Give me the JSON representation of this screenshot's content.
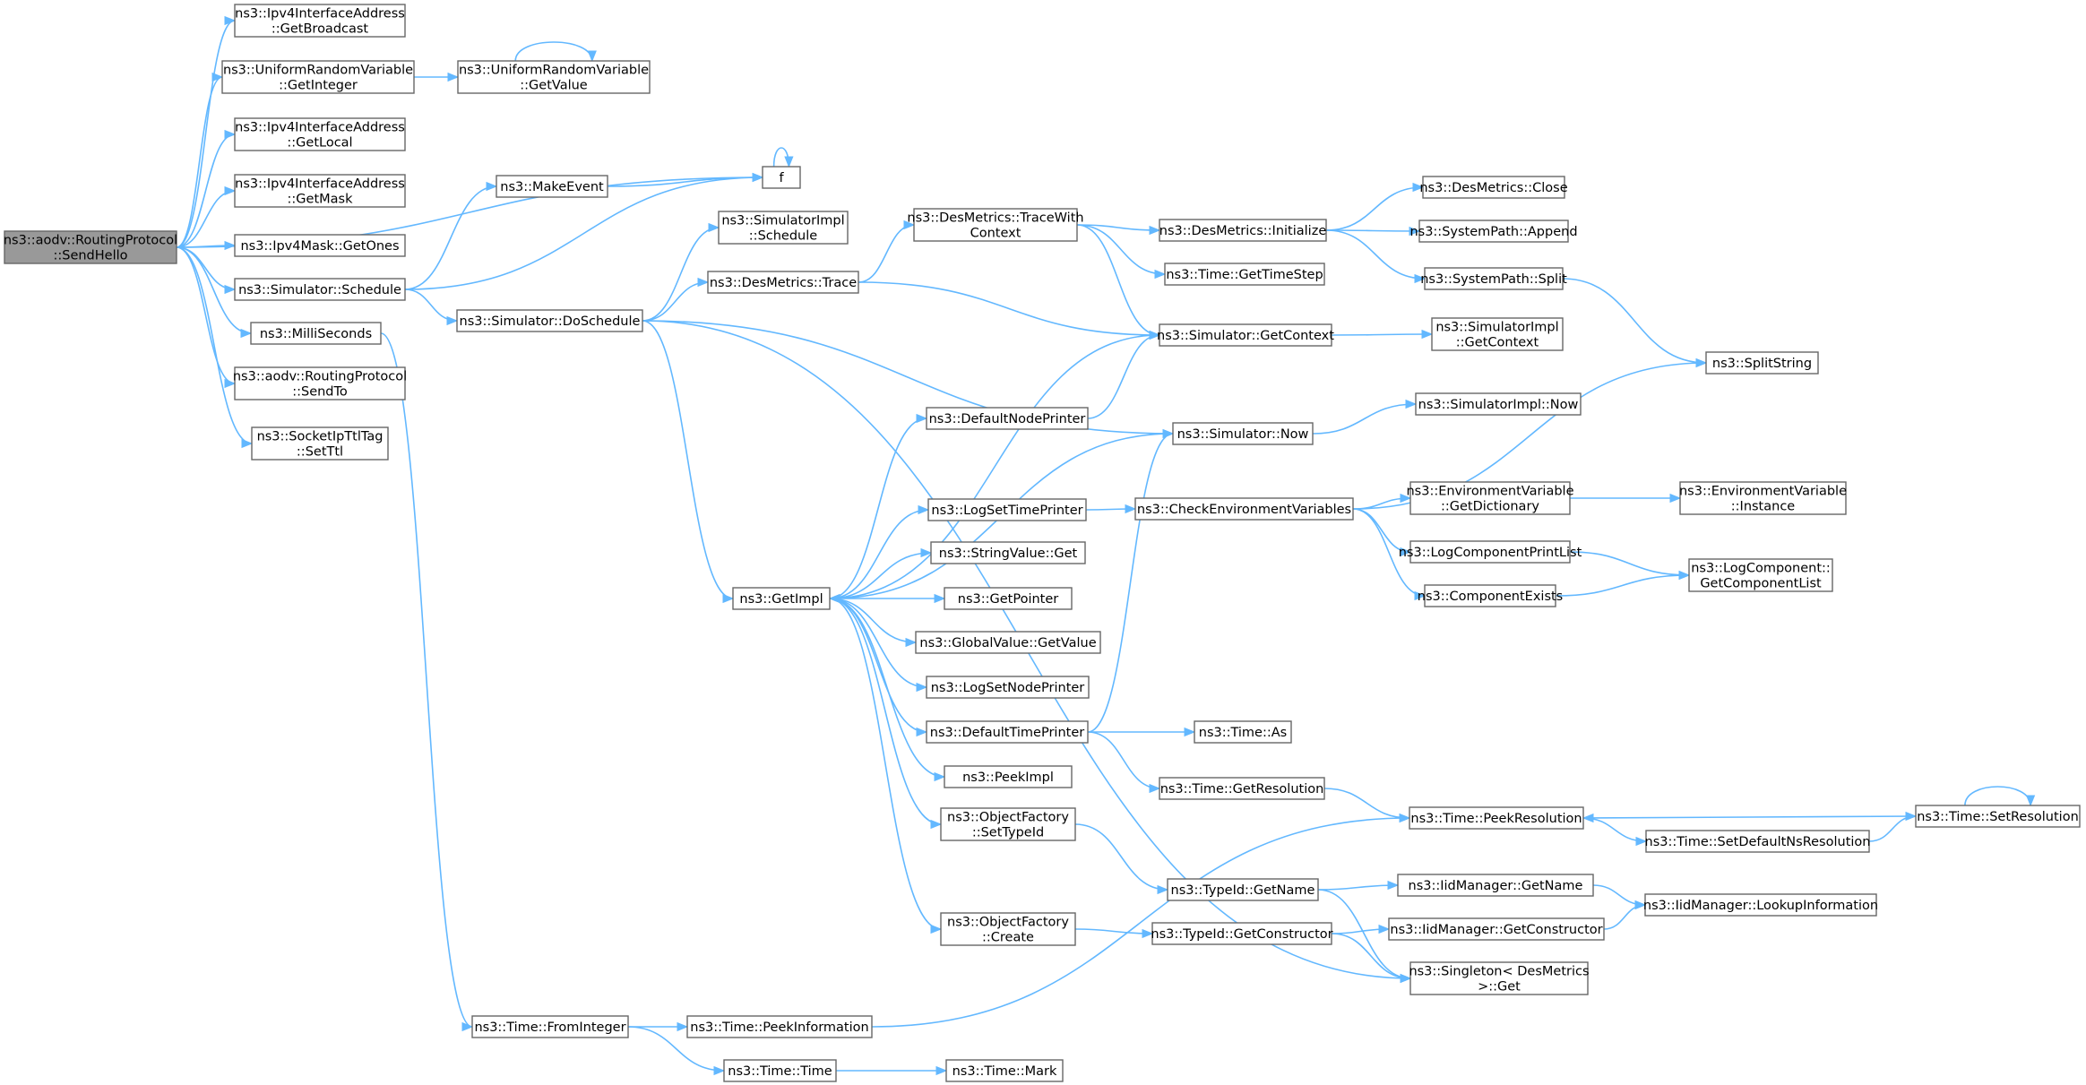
{
  "graph": {
    "nodes": [
      {
        "id": "root",
        "root": true,
        "lines": [
          "ns3::aodv::RoutingProtocol",
          "::SendHello"
        ]
      },
      {
        "id": "bcast",
        "lines": [
          "ns3::Ipv4InterfaceAddress",
          "::GetBroadcast"
        ]
      },
      {
        "id": "urvint",
        "lines": [
          "ns3::UniformRandomVariable",
          "::GetInteger"
        ]
      },
      {
        "id": "urvval",
        "lines": [
          "ns3::UniformRandomVariable",
          "::GetValue"
        ]
      },
      {
        "id": "local",
        "lines": [
          "ns3::Ipv4InterfaceAddress",
          "::GetLocal"
        ]
      },
      {
        "id": "mask",
        "lines": [
          "ns3::Ipv4InterfaceAddress",
          "::GetMask"
        ]
      },
      {
        "id": "ones",
        "lines": [
          "ns3::Ipv4Mask::GetOnes"
        ]
      },
      {
        "id": "schedule",
        "lines": [
          "ns3::Simulator::Schedule"
        ]
      },
      {
        "id": "ms",
        "lines": [
          "ns3::MilliSeconds"
        ]
      },
      {
        "id": "sendto",
        "lines": [
          "ns3::aodv::RoutingProtocol",
          "::SendTo"
        ]
      },
      {
        "id": "setttl",
        "lines": [
          "ns3::SocketIpTtlTag",
          "::SetTtl"
        ]
      },
      {
        "id": "makeevent",
        "lines": [
          "ns3::MakeEvent"
        ]
      },
      {
        "id": "f",
        "lines": [
          "f"
        ]
      },
      {
        "id": "dosched",
        "lines": [
          "ns3::Simulator::DoSchedule"
        ]
      },
      {
        "id": "implsched",
        "lines": [
          "ns3::SimulatorImpl",
          "::Schedule"
        ]
      },
      {
        "id": "dmtrace",
        "lines": [
          "ns3::DesMetrics::Trace"
        ]
      },
      {
        "id": "dmtracectx",
        "lines": [
          "ns3::DesMetrics::TraceWith",
          "Context"
        ]
      },
      {
        "id": "dminit",
        "lines": [
          "ns3::DesMetrics::Initialize"
        ]
      },
      {
        "id": "dmclose",
        "lines": [
          "ns3::DesMetrics::Close"
        ]
      },
      {
        "id": "append",
        "lines": [
          "ns3::SystemPath::Append"
        ]
      },
      {
        "id": "split",
        "lines": [
          "ns3::SystemPath::Split"
        ]
      },
      {
        "id": "splitstring",
        "lines": [
          "ns3::SplitString"
        ]
      },
      {
        "id": "timestep",
        "lines": [
          "ns3::Time::GetTimeStep"
        ]
      },
      {
        "id": "getctx",
        "lines": [
          "ns3::Simulator::GetContext"
        ]
      },
      {
        "id": "implgetctx",
        "lines": [
          "ns3::SimulatorImpl",
          "::GetContext"
        ]
      },
      {
        "id": "defnode",
        "lines": [
          "ns3::DefaultNodePrinter"
        ]
      },
      {
        "id": "simnow",
        "lines": [
          "ns3::Simulator::Now"
        ]
      },
      {
        "id": "implnow",
        "lines": [
          "ns3::SimulatorImpl::Now"
        ]
      },
      {
        "id": "logsettime",
        "lines": [
          "ns3::LogSetTimePrinter"
        ]
      },
      {
        "id": "checkenv",
        "lines": [
          "ns3::CheckEnvironmentVariables"
        ]
      },
      {
        "id": "envdict",
        "lines": [
          "ns3::EnvironmentVariable",
          "::GetDictionary"
        ]
      },
      {
        "id": "envinst",
        "lines": [
          "ns3::EnvironmentVariable",
          "::Instance"
        ]
      },
      {
        "id": "logcompprint",
        "lines": [
          "ns3::LogComponentPrintList"
        ]
      },
      {
        "id": "logcomplist",
        "lines": [
          "ns3::LogComponent::",
          "GetComponentList"
        ]
      },
      {
        "id": "compexists",
        "lines": [
          "ns3::ComponentExists"
        ]
      },
      {
        "id": "getimpl",
        "lines": [
          "ns3::GetImpl"
        ]
      },
      {
        "id": "strget",
        "lines": [
          "ns3::StringValue::Get"
        ]
      },
      {
        "id": "getptr",
        "lines": [
          "ns3::GetPointer"
        ]
      },
      {
        "id": "gvget",
        "lines": [
          "ns3::GlobalValue::GetValue"
        ]
      },
      {
        "id": "logsetnode",
        "lines": [
          "ns3::LogSetNodePrinter"
        ]
      },
      {
        "id": "deftime",
        "lines": [
          "ns3::DefaultTimePrinter"
        ]
      },
      {
        "id": "timeas",
        "lines": [
          "ns3::Time::As"
        ]
      },
      {
        "id": "peekimpl",
        "lines": [
          "ns3::PeekImpl"
        ]
      },
      {
        "id": "getres",
        "lines": [
          "ns3::Time::GetResolution"
        ]
      },
      {
        "id": "peekres",
        "lines": [
          "ns3::Time::PeekResolution"
        ]
      },
      {
        "id": "setres",
        "lines": [
          "ns3::Time::SetResolution"
        ]
      },
      {
        "id": "setdefns",
        "lines": [
          "ns3::Time::SetDefaultNsResolution"
        ]
      },
      {
        "id": "ofsettype",
        "lines": [
          "ns3::ObjectFactory",
          "::SetTypeId"
        ]
      },
      {
        "id": "tidname",
        "lines": [
          "ns3::TypeId::GetName"
        ]
      },
      {
        "id": "iidname",
        "lines": [
          "ns3::IidManager::GetName"
        ]
      },
      {
        "id": "iidlookup",
        "lines": [
          "ns3::IidManager::LookupInformation"
        ]
      },
      {
        "id": "ofcreate",
        "lines": [
          "ns3::ObjectFactory",
          "::Create"
        ]
      },
      {
        "id": "tidctor",
        "lines": [
          "ns3::TypeId::GetConstructor"
        ]
      },
      {
        "id": "iidctor",
        "lines": [
          "ns3::IidManager::GetConstructor"
        ]
      },
      {
        "id": "singleton",
        "lines": [
          "ns3::Singleton< DesMetrics",
          ">::Get"
        ]
      },
      {
        "id": "frominteger",
        "lines": [
          "ns3::Time::FromInteger"
        ]
      },
      {
        "id": "peekinfo",
        "lines": [
          "ns3::Time::PeekInformation"
        ]
      },
      {
        "id": "timetime",
        "lines": [
          "ns3::Time::Time"
        ]
      },
      {
        "id": "timemark",
        "lines": [
          "ns3::Time::Mark"
        ]
      }
    ],
    "edges": [
      [
        "root",
        "bcast"
      ],
      [
        "root",
        "urvint"
      ],
      [
        "root",
        "local"
      ],
      [
        "root",
        "mask"
      ],
      [
        "root",
        "ones"
      ],
      [
        "root",
        "schedule"
      ],
      [
        "root",
        "ms"
      ],
      [
        "root",
        "sendto"
      ],
      [
        "root",
        "setttl"
      ],
      [
        "root",
        "f"
      ],
      [
        "urvint",
        "urvval"
      ],
      [
        "urvval",
        "urvval"
      ],
      [
        "schedule",
        "makeevent"
      ],
      [
        "schedule",
        "f"
      ],
      [
        "schedule",
        "dosched"
      ],
      [
        "makeevent",
        "f"
      ],
      [
        "f",
        "f"
      ],
      [
        "ms",
        "frominteger"
      ],
      [
        "dosched",
        "implsched"
      ],
      [
        "dosched",
        "dmtrace"
      ],
      [
        "dosched",
        "getimpl"
      ],
      [
        "dosched",
        "simnow"
      ],
      [
        "dosched",
        "singleton"
      ],
      [
        "dmtrace",
        "dmtracectx"
      ],
      [
        "dmtrace",
        "getctx"
      ],
      [
        "dmtracectx",
        "dminit"
      ],
      [
        "dmtracectx",
        "timestep"
      ],
      [
        "dmtracectx",
        "getctx"
      ],
      [
        "dminit",
        "dmclose"
      ],
      [
        "dminit",
        "append"
      ],
      [
        "dminit",
        "split"
      ],
      [
        "split",
        "splitstring"
      ],
      [
        "getctx",
        "implgetctx"
      ],
      [
        "getctx",
        "getimpl"
      ],
      [
        "simnow",
        "implnow"
      ],
      [
        "simnow",
        "getimpl"
      ],
      [
        "defnode",
        "getctx"
      ],
      [
        "getimpl",
        "defnode"
      ],
      [
        "getimpl",
        "logsettime"
      ],
      [
        "getimpl",
        "strget"
      ],
      [
        "getimpl",
        "getptr"
      ],
      [
        "getimpl",
        "gvget"
      ],
      [
        "getimpl",
        "logsetnode"
      ],
      [
        "getimpl",
        "deftime"
      ],
      [
        "getimpl",
        "peekimpl"
      ],
      [
        "getimpl",
        "ofsettype"
      ],
      [
        "getimpl",
        "ofcreate"
      ],
      [
        "logsettime",
        "checkenv"
      ],
      [
        "checkenv",
        "splitstring"
      ],
      [
        "checkenv",
        "envdict"
      ],
      [
        "checkenv",
        "logcompprint"
      ],
      [
        "checkenv",
        "compexists"
      ],
      [
        "envdict",
        "envinst"
      ],
      [
        "logcompprint",
        "logcomplist"
      ],
      [
        "compexists",
        "logcomplist"
      ],
      [
        "deftime",
        "simnow"
      ],
      [
        "deftime",
        "timeas"
      ],
      [
        "deftime",
        "getres"
      ],
      [
        "getres",
        "peekres"
      ],
      [
        "peekres",
        "setdefns"
      ],
      [
        "setdefns",
        "setres"
      ],
      [
        "setres",
        "peekres"
      ],
      [
        "setres",
        "setres"
      ],
      [
        "ofsettype",
        "tidname"
      ],
      [
        "tidname",
        "iidname"
      ],
      [
        "tidname",
        "singleton"
      ],
      [
        "iidname",
        "iidlookup"
      ],
      [
        "ofcreate",
        "tidctor"
      ],
      [
        "tidctor",
        "iidctor"
      ],
      [
        "tidctor",
        "singleton"
      ],
      [
        "iidctor",
        "iidlookup"
      ],
      [
        "frominteger",
        "peekinfo"
      ],
      [
        "frominteger",
        "timetime"
      ],
      [
        "peekinfo",
        "peekres"
      ],
      [
        "timetime",
        "timemark"
      ]
    ]
  },
  "colors": {
    "edge": "#63b8ff",
    "node_border": "#666666",
    "root_fill": "#999999",
    "node_fill": "#ffffff"
  }
}
